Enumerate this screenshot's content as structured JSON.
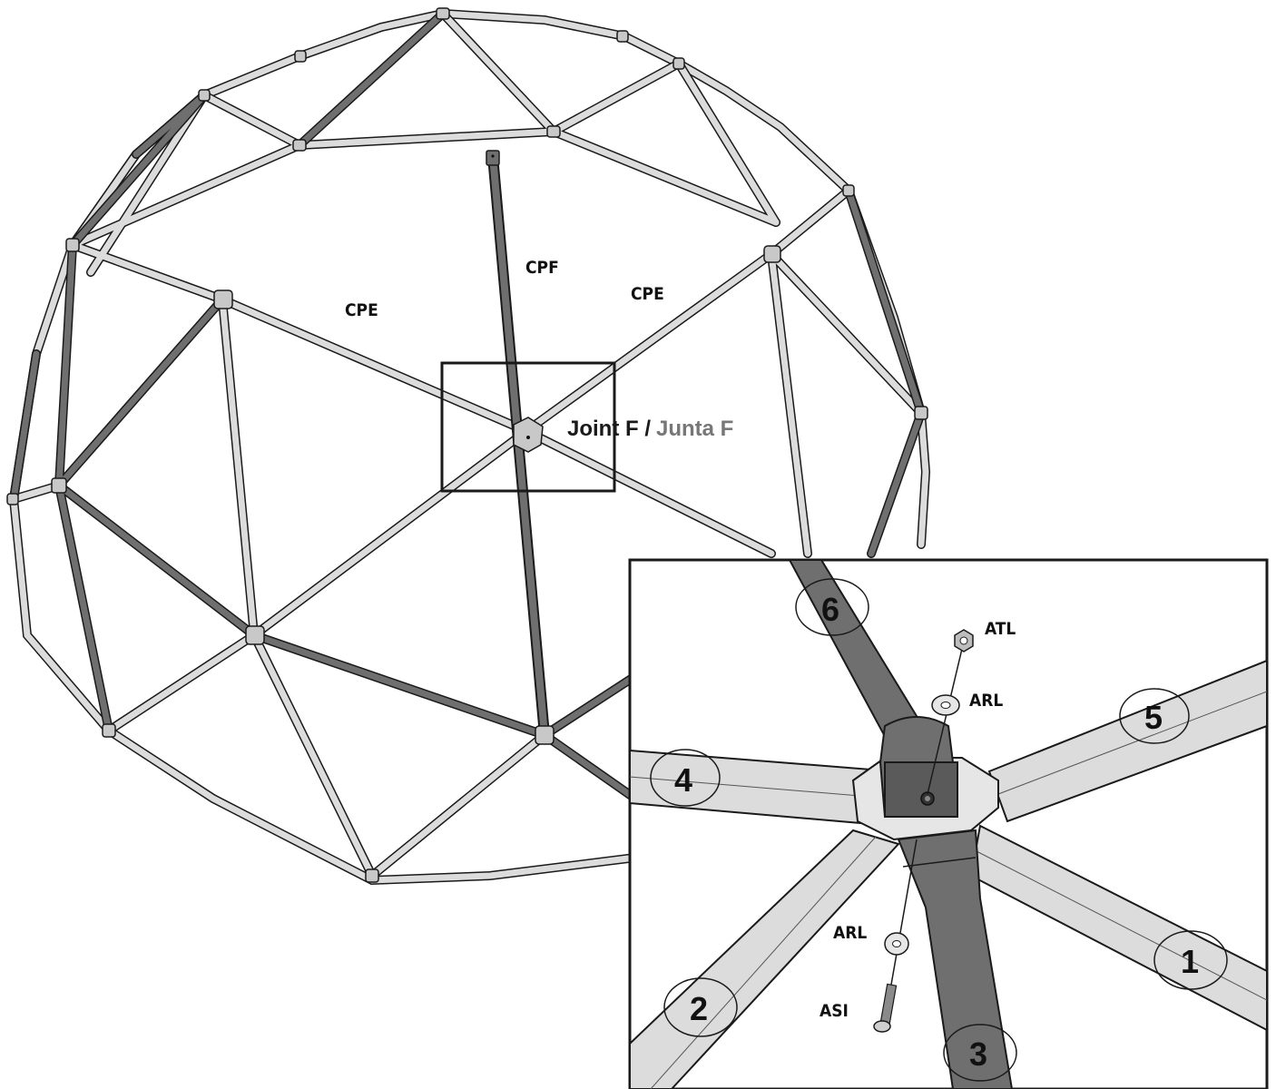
{
  "diagram": {
    "labels": {
      "cpf": "CPF",
      "cpe_left": "CPE",
      "cpe_right": "CPE",
      "joint_en": "Joint F /",
      "joint_es": "Junta F"
    },
    "detail": {
      "hardware": {
        "atl": "ATL",
        "arl_top": "ARL",
        "arl_bottom": "ARL",
        "asi": "ASI"
      },
      "strut_numbers": [
        "1",
        "2",
        "3",
        "4",
        "5",
        "6"
      ]
    },
    "colors": {
      "light_strut": "#dcdcdc",
      "dark_strut": "#6f6f6f",
      "outline": "#1a1a1a",
      "joint_es_text": "#777777"
    }
  }
}
